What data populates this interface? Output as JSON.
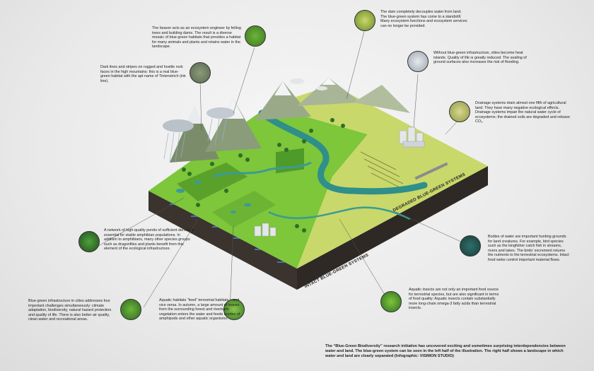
{
  "annotations": {
    "beaver": "The beaver acts as an ecosystem engineer by felling trees and building dams. The result is a diverse mosaic of blue-green habitats that provides a habitat for many animals and plants and retains water in the landscape.",
    "ink_line": "Dark lines and stripes on rugged and hostile rock faces in the high mountains: this is a real blue-green habitat with the apt name of Tintenstrich (ink line).",
    "dam": "The dam completely decouples water from land. The blue-green system has come to a standstill. Many ecosystem functions and ecosystem services can no longer be provided.",
    "city": "Without blue-green infrastructure, cities become heat islands. Quality of life is greatly reduced. The sealing of ground surfaces also increases the risk of flooding.",
    "drainage": "Drainage systems drain almost one fifth of agricultural land. They have many negative ecological effects. Drainage systems impair the natural water cycle of ecosystems; the drained soils are degraded and release CO₂.",
    "ponds": "A network of high-quality ponds of sufficient density is essential for stable amphibian populations. In addition to amphibians, many other species groups such as dragonflies and plants benefit from this element of the ecological infrastructure.",
    "hunting": "Bodies of water are important hunting grounds for land creatures. For example, bird species such as the kingfisher catch fish in streams, rivers and lakes. The birds’ excrement returns the nutrients to the terrestrial ecosystems. Intact food webs control important material flows.",
    "cities_infra": "Blue-green infrastructure in cities addresses four important challenges simultaneously: climate adaptation, biodiversity, natural hazard protection and quality of life. There is also better air quality, clean water and recreational areas.",
    "feed": "Aquatic habitats “feed” terrestrial habitats – and vice versa. In autumn, a large amount of leaves from the surrounding forest and riverbank vegetation enters the water and feeds hordes of amphipods and other aquatic organisms.",
    "insects": "Aquatic insects are not only an important food source for terrestrial species, but are also significant in terms of food quality: Aquatic insects contain substantially more long-chain omega-3 fatty acids than terrestrial insects."
  },
  "labels": {
    "degraded": "DEGRADED BLUE-GREEN SYSTEMS",
    "intact": "INTACT BLUE-GREEN SYSTEMS"
  },
  "caption": "The “Blue-Green Biodiversity” research initiative has uncovered exciting and sometimes surprising interdependencies between water and land. The blue-green system can be seen in the left half of the illustration. The right half shows a landscape in which water and land are clearly separated (Infographic: VISIMON STUDIO)",
  "colors": {
    "grass": "#7ec63a",
    "meadow": "#c9d86a",
    "water": "#2f8f8a",
    "soil": "#3a3430"
  }
}
